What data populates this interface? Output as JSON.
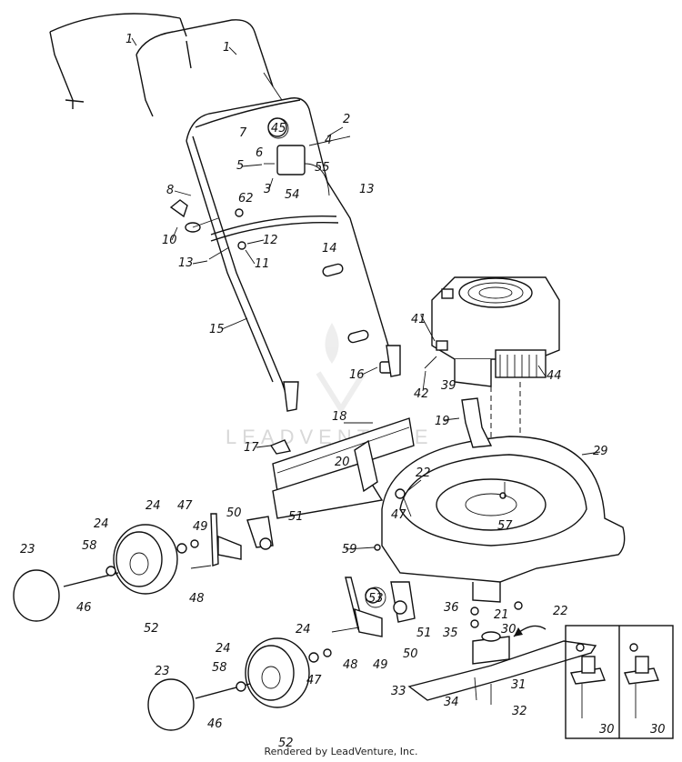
{
  "diagram": {
    "watermark_text": "LEADVENTURE",
    "footer": "Rendered by LeadVenture, Inc.",
    "callouts": {
      "c1a": "1",
      "c1b": "1",
      "c2": "2",
      "c3": "3",
      "c4": "4",
      "c5": "5",
      "c6": "6",
      "c7": "7",
      "c8": "8",
      "c10": "10",
      "c11": "11",
      "c12": "12",
      "c13a": "13",
      "c13b": "13",
      "c14": "14",
      "c15": "15",
      "c16": "16",
      "c17": "17",
      "c18": "18",
      "c19": "19",
      "c20": "20",
      "c21": "21",
      "c22a": "22",
      "c22b": "22",
      "c23a": "23",
      "c23b": "23",
      "c24a": "24",
      "c24b": "24",
      "c24c": "24",
      "c24d": "24",
      "c29": "29",
      "c30a": "30",
      "c30b": "30",
      "c30c": "30",
      "c31": "31",
      "c32": "32",
      "c33": "33",
      "c34": "34",
      "c35": "35",
      "c36": "36",
      "c39": "39",
      "c41": "41",
      "c42": "42",
      "c44": "44",
      "c45": "45",
      "c46a": "46",
      "c46b": "46",
      "c47a": "47",
      "c47b": "47",
      "c47c": "47",
      "c48a": "48",
      "c48b": "48",
      "c49a": "49",
      "c49b": "49",
      "c50a": "50",
      "c50b": "50",
      "c51a": "51",
      "c51b": "51",
      "c52a": "52",
      "c52b": "52",
      "c53": "53",
      "c54": "54",
      "c55": "55",
      "c57": "57",
      "c58a": "58",
      "c58b": "58",
      "c59": "59",
      "c62": "62"
    }
  }
}
